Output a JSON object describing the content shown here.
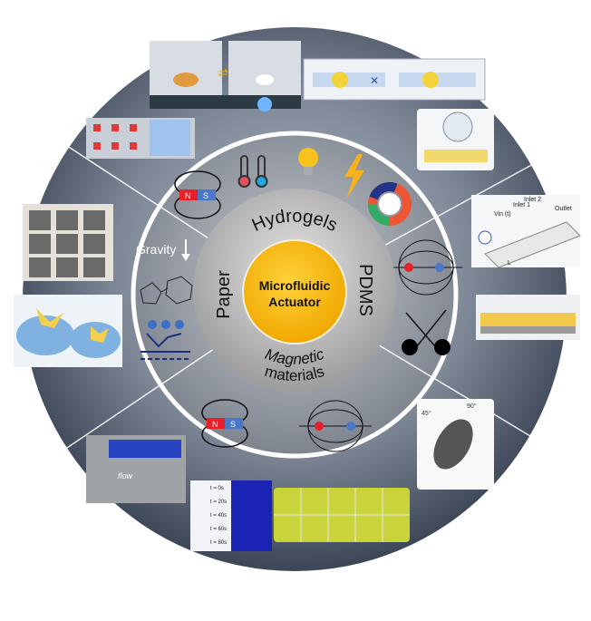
{
  "center": {
    "line1": "Microfluidic",
    "line2": "Actuator"
  },
  "materials": {
    "top": "Hydrogels",
    "right": "PDMS",
    "bottom_line1": "Magnetic",
    "bottom_line2": "materials",
    "left": "Paper"
  },
  "stimuli": {
    "gravity": "Gravity",
    "magnet_n": "N",
    "magnet_s": "S",
    "charge_pos": "+",
    "charge_neg": "−"
  },
  "panels": {
    "flow": "flow",
    "vin": "Vin (t)",
    "inlet1": "Inlet 1",
    "inlet2": "Inlet 2",
    "outlet": "Outlet",
    "length": "L",
    "times": [
      "t = 0s",
      "t = 20s",
      "t = 40s",
      "t = 60s",
      "t = 80s"
    ],
    "angle1": "45°",
    "angle2": "90°"
  },
  "colors": {
    "outer": "#4f5d70",
    "inner_ring": "#8a919b",
    "material_ring": "#b9b9b9",
    "core": "#f5b800",
    "north": "#e8202a",
    "south": "#4a78c8"
  }
}
